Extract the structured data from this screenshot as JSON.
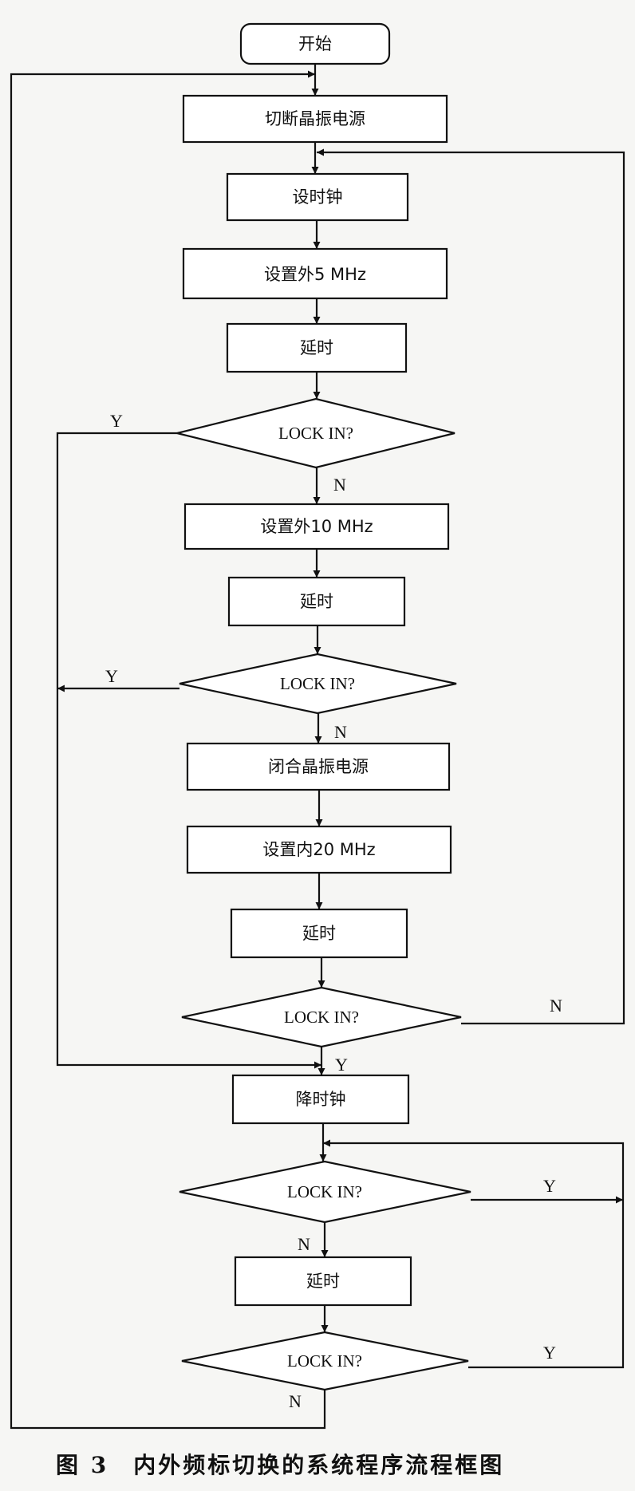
{
  "nodes": {
    "start": "开始",
    "cut_power": "切断晶振电源",
    "set_clock": "设时钟",
    "set_ext5": "设置外5 MHz",
    "delay1": "延时",
    "lock1": "LOCK IN?",
    "set_ext10": "设置外10 MHz",
    "delay2": "延时",
    "lock2": "LOCK IN?",
    "close_power": "闭合晶振电源",
    "set_int20": "设置内20 MHz",
    "delay3": "延时",
    "lock3": "LOCK IN?",
    "lower_clock": "降时钟",
    "lock4": "LOCK IN?",
    "delay4": "延时",
    "lock5": "LOCK IN?"
  },
  "edge_labels": {
    "yes": "Y",
    "no": "N"
  },
  "caption": "图 3　内外频标切换的系统程序流程框图"
}
